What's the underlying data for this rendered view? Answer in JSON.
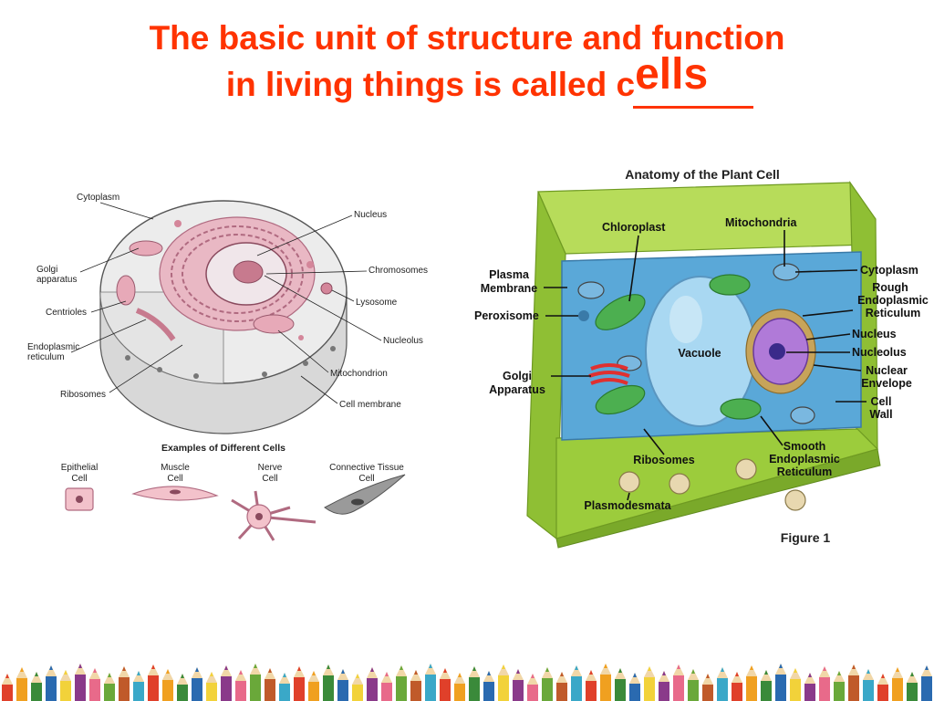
{
  "slide": {
    "title_line1": "The basic unit of structure and function",
    "title_line2": "in living things is called c",
    "answer": "ells"
  },
  "animal_cell": {
    "labels": {
      "cytoplasm": "Cytoplasm",
      "nucleus": "Nucleus",
      "golgi_1": "Golgi",
      "golgi_2": "apparatus",
      "chromosomes": "Chromosomes",
      "centrioles": "Centrioles",
      "lysosome": "Lysosome",
      "er_1": "Endoplasmic",
      "er_2": "reticulum",
      "nucleolus": "Nucleolus",
      "mitochondrion": "Mitochondrion",
      "ribosomes": "Ribosomes",
      "cell_membrane": "Cell membrane"
    }
  },
  "examples": {
    "title": "Examples of Different Cells",
    "epithelial_1": "Epithelial",
    "epithelial_2": "Cell",
    "muscle_1": "Muscle",
    "muscle_2": "Cell",
    "nerve_1": "Nerve",
    "nerve_2": "Cell",
    "connective_1": "Connective Tissue",
    "connective_2": "Cell"
  },
  "plant_cell": {
    "title": "Anatomy of the Plant Cell",
    "figure": "Figure 1",
    "labels": {
      "chloroplast": "Chloroplast",
      "mitochondria": "Mitochondria",
      "plasma_1": "Plasma",
      "plasma_2": "Membrane",
      "cytoplasm": "Cytoplasm",
      "rough_1": "Rough",
      "rough_2": "Endoplasmic",
      "rough_3": "Reticulum",
      "peroxisome": "Peroxisome",
      "vacuole": "Vacuole",
      "nucleus": "Nucleus",
      "nucleolus": "Nucleolus",
      "golgi_1": "Golgi",
      "golgi_2": "Apparatus",
      "nuclear_1": "Nuclear",
      "nuclear_2": "Envelope",
      "wall_1": "Cell",
      "wall_2": "Wall",
      "smooth_1": "Smooth",
      "smooth_2": "Endoplasmic",
      "smooth_3": "Reticulum",
      "ribosomes": "Ribosomes",
      "plasmodesmata": "Plasmodesmata"
    }
  },
  "colors": {
    "title": "#ff3300",
    "cell_wall": "#9ccc3c",
    "cytoplasm_blue": "#5aa8d8",
    "chloroplast": "#4caf50"
  }
}
